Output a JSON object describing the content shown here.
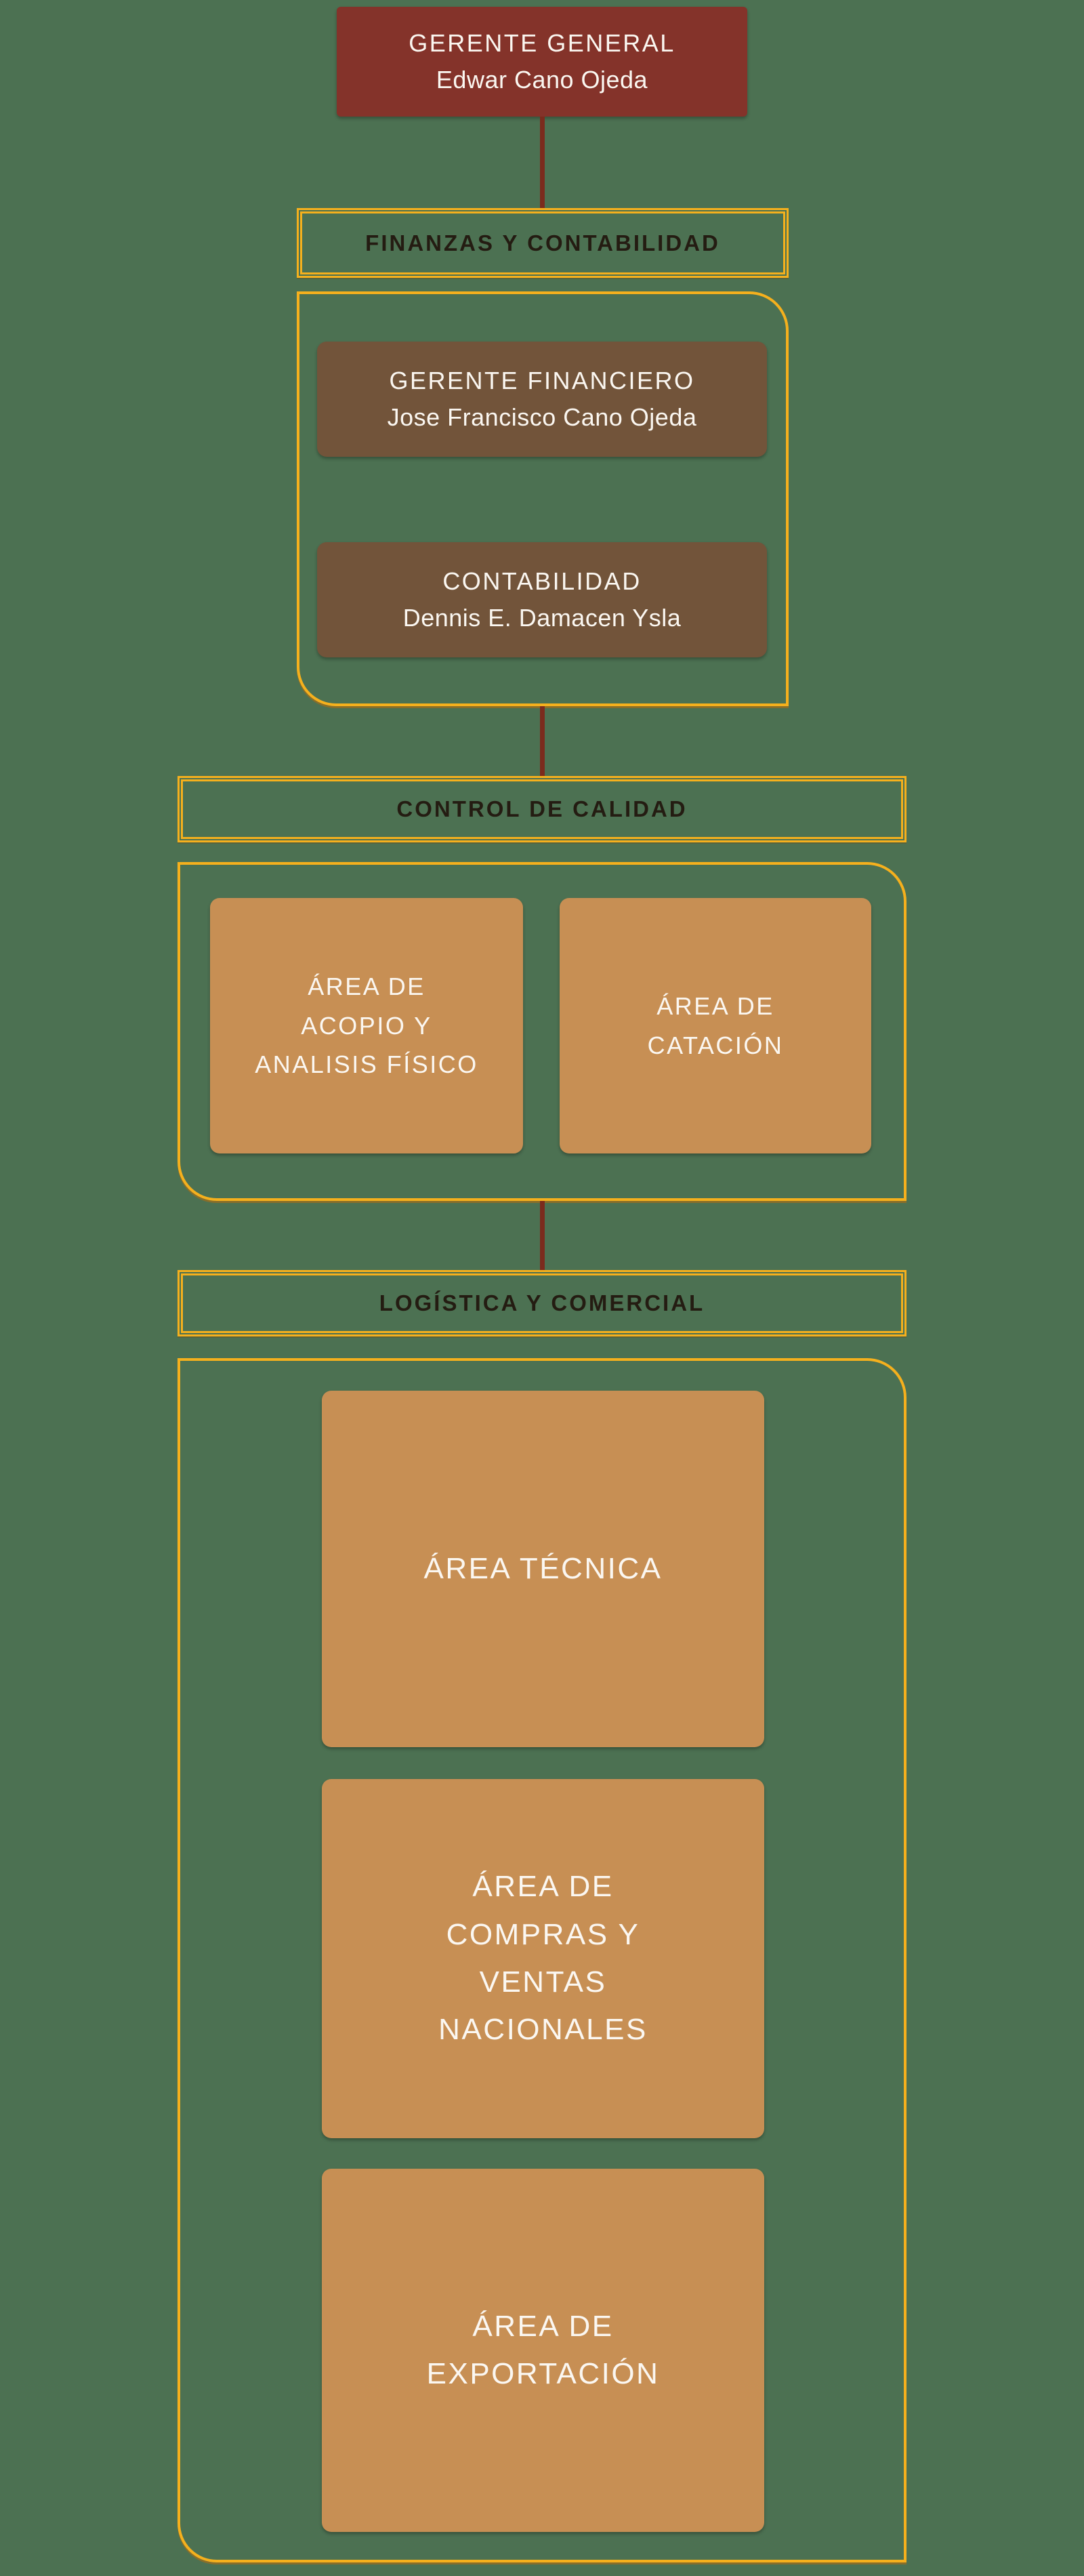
{
  "palette": {
    "background": "#4C7152",
    "root_box": "#84332A",
    "sub_box_brown": "#72543A",
    "area_box_tan": "#C78F54",
    "border_gold": "#F5B01D",
    "connector_red": "#7B2B1D",
    "header_text": "#241C12",
    "box_text": "#FBF7F1"
  },
  "chart": {
    "root": {
      "title": "GERENTE GENERAL",
      "name": "Edwar Cano Ojeda"
    },
    "finanzas": {
      "header": "FINANZAS Y CONTABILIDAD",
      "gerente_financiero": {
        "title": "GERENTE FINANCIERO",
        "name": "Jose Francisco Cano Ojeda"
      },
      "contabilidad": {
        "title": "CONTABILIDAD",
        "name": "Dennis E. Damacen Ysla"
      }
    },
    "control": {
      "header": "CONTROL DE CALIDAD",
      "acopio": {
        "label": "ÁREA DE\nACOPIO Y\nANALISIS FÍSICO"
      },
      "catacion": {
        "label": "ÁREA DE\nCATACIÓN"
      }
    },
    "logistica": {
      "header": "LOGÍSTICA Y COMERCIAL",
      "tecnica": {
        "label": "ÁREA TÉCNICA"
      },
      "compras": {
        "label": "ÁREA DE\nCOMPRAS Y\nVENTAS\nNACIONALES"
      },
      "exportacion": {
        "label": "ÁREA DE\nEXPORTACIÓN"
      }
    }
  }
}
